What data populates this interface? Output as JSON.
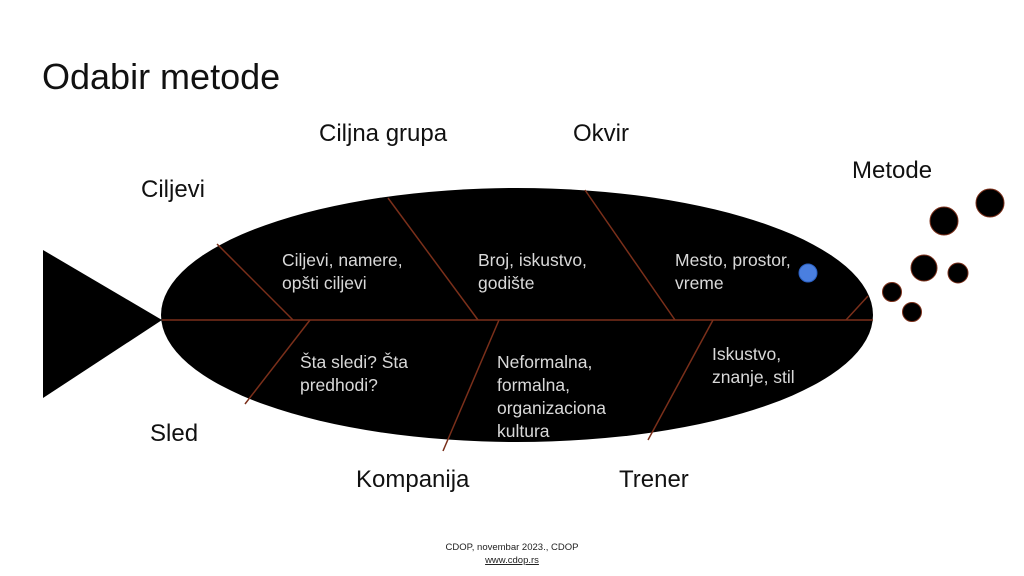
{
  "slide": {
    "title": "Odabir metode"
  },
  "categories": {
    "ciljevi": "Ciljevi",
    "ciljna_grupa": "Ciljna grupa",
    "okvir": "Okvir",
    "metode": "Metode",
    "sled": "Sled",
    "kompanija": "Kompanija",
    "trener": "Trener"
  },
  "details": {
    "ciljevi": [
      "Ciljevi, namere,",
      "opšti ciljevi"
    ],
    "ciljna_grupa": [
      "Broj, iskustvo,",
      "godište"
    ],
    "okvir": [
      "Mesto, prostor,",
      "vreme"
    ],
    "sled": [
      "Šta sledi? Šta",
      "predhodi?"
    ],
    "kompanija": [
      "Neformalna,",
      "formalna,",
      "organizaciona",
      "kultura"
    ],
    "trener": [
      "Iskustvo,",
      "znanje, stil"
    ]
  },
  "footer": {
    "credit": "CDOP, novembar 2023., CDOP",
    "link": "www.cdop.rs"
  },
  "colors": {
    "fish_body": "#000000",
    "bone_lines": "#7a2f1a",
    "eye": "#4a7fe0",
    "text_on_fish": "#d9d9d9"
  }
}
